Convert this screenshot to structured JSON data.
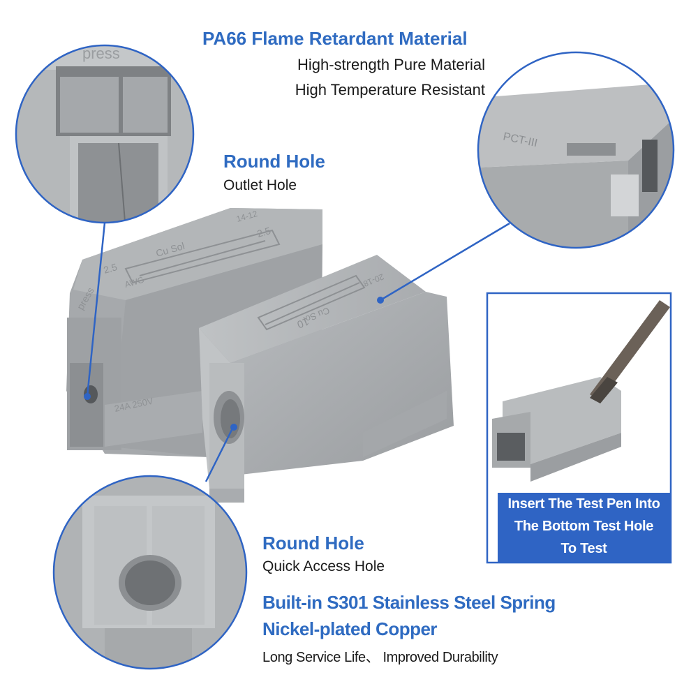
{
  "features": {
    "material": {
      "title": "PA66 Flame Retardant Material",
      "line1": "High-strength Pure Material",
      "line2": "High Temperature Resistant"
    },
    "outlet_hole": {
      "title": "Round Hole",
      "subtitle": "Outlet Hole"
    },
    "access_hole": {
      "title": "Round Hole",
      "subtitle": "Quick Access Hole"
    },
    "spring": {
      "title_line1": "Built-in S301 Stainless Steel Spring",
      "title_line2": "Nickel-plated Copper",
      "subtitle": "Long Service Life、 Improved Durability"
    }
  },
  "test_caption": {
    "line1": "Insert The Test Pen Into",
    "line2": "The Bottom Test Hole",
    "line3": "To Test"
  },
  "product_markings": {
    "press": "press",
    "brand": "PCT-III",
    "cu_sol": "Cu Sol",
    "size_left": "2.5",
    "size_right": "2.5",
    "gauge_center": "10",
    "awg_label": "AWG",
    "awg_range_1": "20-18",
    "awg_range_2": "14-12",
    "rating": "24A 250V"
  },
  "colors": {
    "accent_blue": "#2f6bc1",
    "caption_bg": "#2f64c4",
    "connector_gray": "#a8abad"
  }
}
